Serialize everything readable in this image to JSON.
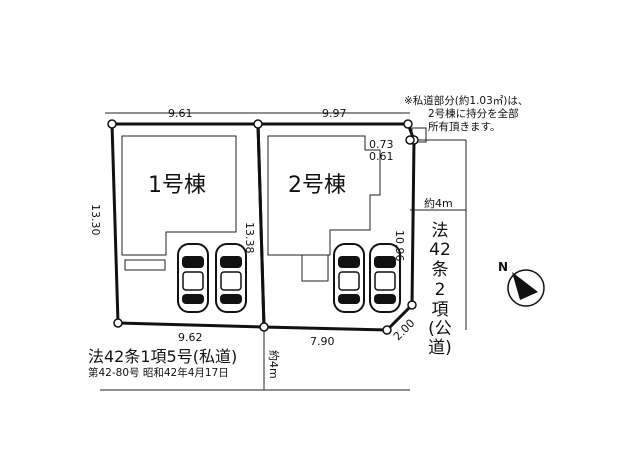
{
  "note": {
    "line1": "※私道部分(約1.03㎡)は、",
    "line2": "2号棟に持分を全部",
    "line3": "所有頂きます。"
  },
  "units": [
    {
      "label": "1号棟"
    },
    {
      "label": "2号棟"
    }
  ],
  "dimensions": {
    "top_left": "9.61",
    "top_right": "9.97",
    "left_side": "13.30",
    "middle_side": "13.38",
    "bottom_left": "9.62",
    "bottom_right": "7.90",
    "corner_cut": "2.00",
    "right_side": "10.96",
    "small_a": "0.73",
    "small_b": "0.61"
  },
  "roads": {
    "private_main": "法42条1項5号(私道)",
    "private_sub": "第42-80号 昭和42年4月17日",
    "private_width": "約4m",
    "public_width": "約4m",
    "public_chars": [
      "法",
      "42",
      "条",
      "2",
      "項",
      "(公",
      "道)"
    ]
  },
  "compass": {
    "letter": "N"
  }
}
